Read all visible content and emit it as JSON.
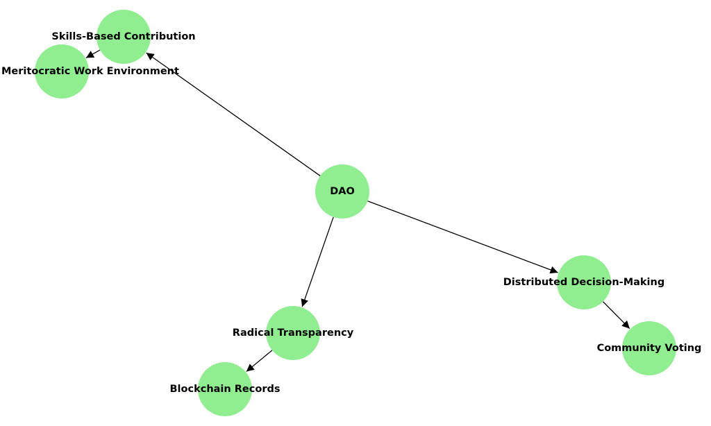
{
  "colors": {
    "node_fill": "#90ee90",
    "edge": "#000000",
    "text": "#000000"
  },
  "nodes": [
    {
      "id": "dao",
      "label": "DAO"
    },
    {
      "id": "skills",
      "label": "Skills-Based Contribution"
    },
    {
      "id": "meritocratic",
      "label": "Meritocratic Work Environment"
    },
    {
      "id": "decision",
      "label": "Distributed Decision-Making"
    },
    {
      "id": "voting",
      "label": "Community Voting"
    },
    {
      "id": "transparency",
      "label": "Radical Transparency"
    },
    {
      "id": "blockchain",
      "label": "Blockchain Records"
    }
  ],
  "edges": [
    {
      "from": "dao",
      "to": "skills"
    },
    {
      "from": "skills",
      "to": "meritocratic"
    },
    {
      "from": "dao",
      "to": "decision"
    },
    {
      "from": "decision",
      "to": "voting"
    },
    {
      "from": "dao",
      "to": "transparency"
    },
    {
      "from": "transparency",
      "to": "blockchain"
    }
  ]
}
